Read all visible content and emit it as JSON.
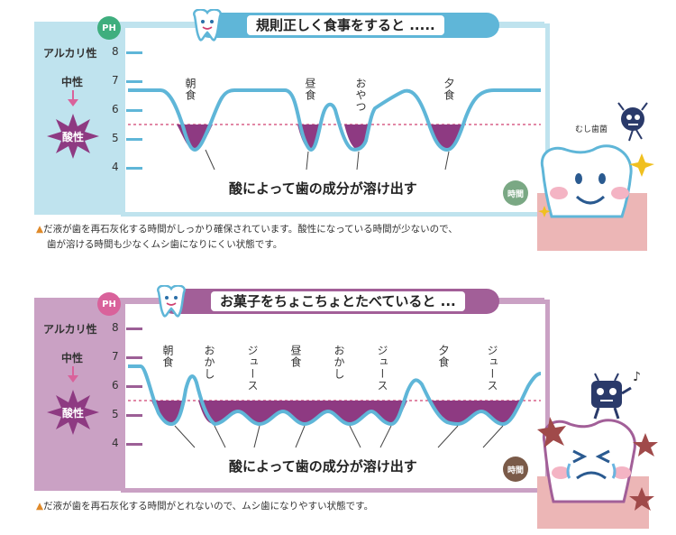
{
  "panels": [
    {
      "title": "規則正しく食事をすると .....",
      "ph_badge": "PH",
      "alkali_label": "アルカリ性",
      "neutral_label": "中性",
      "acid_label": "酸性",
      "ticks": [
        "8",
        "7",
        "6",
        "5",
        "4"
      ],
      "meals": [
        "朝食",
        "昼食",
        "おやつ",
        "夕食"
      ],
      "acid_text": "酸によって歯の成分が溶け出す",
      "time_badge": "時間",
      "caption_lines": [
        "だ液が歯を再石灰化する時間がしっかり確保されています。酸性になっている時間が少ないので、",
        "歯が溶ける時間も少なくムシ歯になりにくい状態です。"
      ],
      "mushiba_label": "むし歯菌"
    },
    {
      "title": "お菓子をちょこちょとたべていると ...",
      "ph_badge": "PH",
      "alkali_label": "アルカリ性",
      "neutral_label": "中性",
      "acid_label": "酸性",
      "ticks": [
        "8",
        "7",
        "6",
        "5",
        "4"
      ],
      "meals": [
        "朝食",
        "おかし",
        "ジュース",
        "昼食",
        "おかし",
        "ジュース",
        "夕食",
        "ジュース"
      ],
      "acid_text": "酸によって歯の成分が溶け出す",
      "time_badge": "時間",
      "caption_lines": [
        "だ液が歯を再石灰化する時間がとれないので、ムシ歯になりやすい状態です。"
      ]
    }
  ],
  "colors": {
    "panel1_border": "#bfe3ee",
    "panel1_line": "#5fb6d8",
    "panel2_border": "#caa1c4",
    "panel2_line": "#5fb6d8",
    "acid_fill": "#8e3a82",
    "threshold": "#d04070"
  },
  "icons": {
    "title_tooth": "tooth-icon",
    "acid_star": "star-burst-icon",
    "happy_tooth": "happy-tooth-icon",
    "sad_tooth": "crying-tooth-icon",
    "bacteria": "bacteria-icon"
  }
}
